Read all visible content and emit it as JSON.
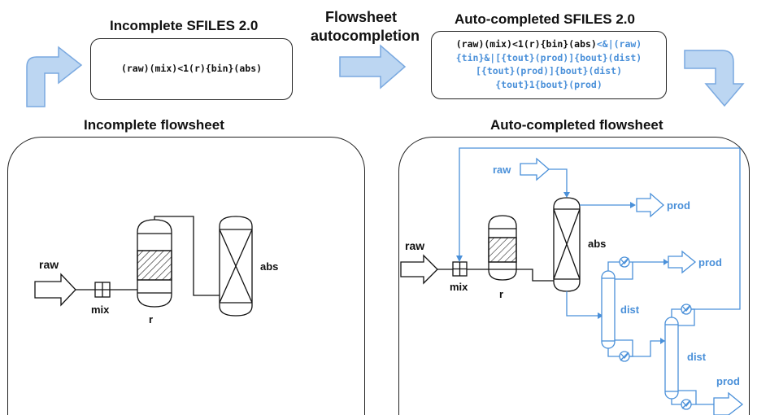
{
  "colors": {
    "accent": "#4a90d9",
    "arrow_fill": "#bcd6f2",
    "arrow_stroke": "#7aa9e0",
    "ink": "#111111"
  },
  "incomplete_sfiles": {
    "title": "Incomplete SFILES 2.0",
    "string": "(raw)(mix)<1(r){bin}(abs)"
  },
  "autocompletion": {
    "line1": "Flowsheet",
    "line2": "autocompletion"
  },
  "completed_sfiles": {
    "title": "Auto-completed SFILES 2.0",
    "line1_black": "(raw)(mix)<1(r){bin}(abs)",
    "line1_blue": "<&|(raw)",
    "line2": "{tin}&|[{tout}(prod)]{bout}(dist)",
    "line3": "[{tout}(prod)]{bout}(dist)",
    "line4": "{tout}1{bout}(prod)"
  },
  "incomplete_flowsheet": {
    "title": "Incomplete flowsheet",
    "labels": {
      "raw": "raw",
      "mix": "mix",
      "r": "r",
      "abs": "abs"
    }
  },
  "completed_flowsheet": {
    "title": "Auto-completed flowsheet",
    "labels": {
      "raw_left": "raw",
      "raw_top": "raw",
      "mix": "mix",
      "r": "r",
      "abs": "abs",
      "prod_top": "prod",
      "prod_mid": "prod",
      "prod_bottom": "prod",
      "dist1": "dist",
      "dist2": "dist"
    }
  },
  "icons": [
    "bent-arrow-up-right-icon",
    "right-arrow-icon",
    "bent-arrow-right-down-icon",
    "heat-exchanger-icon",
    "mixer-icon",
    "reactor-icon",
    "absorber-icon",
    "distillation-column-icon"
  ]
}
